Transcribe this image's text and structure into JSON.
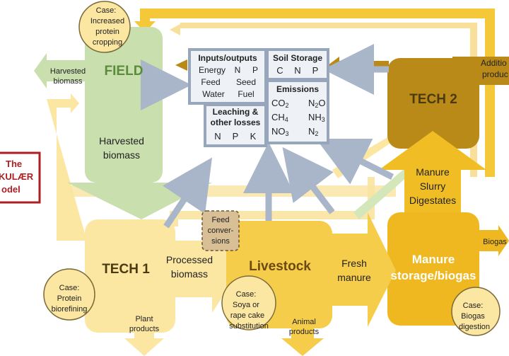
{
  "title": {
    "line1": "The",
    "line2": "KULÆR",
    "line3": "odel"
  },
  "field": {
    "label": "FIELD",
    "harvested_left": [
      "Harvested",
      "biomass"
    ],
    "harvested_down": [
      "Harvested",
      "biomass"
    ]
  },
  "case_field": [
    "Case:",
    "Increased",
    "protein",
    "cropping"
  ],
  "inputs_box": {
    "title": "Inputs/outputs",
    "rows": [
      [
        "Energy",
        "N",
        "P"
      ],
      [
        "Feed",
        "Seed"
      ],
      [
        "Water",
        "Fuel"
      ]
    ]
  },
  "soil_box": {
    "title": "Soil Storage",
    "items": [
      "C",
      "N",
      "P"
    ]
  },
  "emissions_box": {
    "title": "Emissions",
    "items": [
      "CO",
      "N",
      "O",
      "CH",
      "NH",
      "NO",
      "N"
    ],
    "subs": [
      "2",
      "2",
      "4",
      "3",
      "3",
      "2"
    ]
  },
  "leaching_box": {
    "title": [
      "Leaching &",
      "other losses"
    ],
    "items": [
      "N",
      "P",
      "K"
    ]
  },
  "tech2": {
    "label": "TECH 2",
    "additional": [
      "Additio",
      "produc"
    ]
  },
  "manure_column": [
    "Manure",
    "Slurry",
    "Digestates"
  ],
  "feed_box": [
    "Feed",
    "conver-",
    "sions"
  ],
  "tech1": {
    "label": "TECH 1",
    "processed": [
      "Processed",
      "biomass"
    ],
    "plant": [
      "Plant",
      "products"
    ]
  },
  "case_tech1": [
    "Case:",
    "Protein",
    "biorefining"
  ],
  "livestock": {
    "label": "Livestock",
    "fresh": [
      "Fresh",
      "manure"
    ],
    "animal": [
      "Animal",
      "products"
    ]
  },
  "case_livestock": [
    "Case:",
    "Soya or",
    "rape cake",
    "substitution"
  ],
  "manure_storage": {
    "label": [
      "Manure",
      "storage/biogas"
    ],
    "biogas": "Biogas"
  },
  "case_biogas": [
    "Case:",
    "Biogas",
    "digestion"
  ],
  "colors": {
    "field": "#c9dfae",
    "tech1": "#fbe6a2",
    "livestock": "#f6cd4a",
    "manure": "#efb820",
    "tech2": "#b98a17",
    "box_border": "#98a6bc",
    "box_fill": "#eef1f6",
    "frame": "#ad1f23",
    "case_border": "#7a6a3a"
  }
}
